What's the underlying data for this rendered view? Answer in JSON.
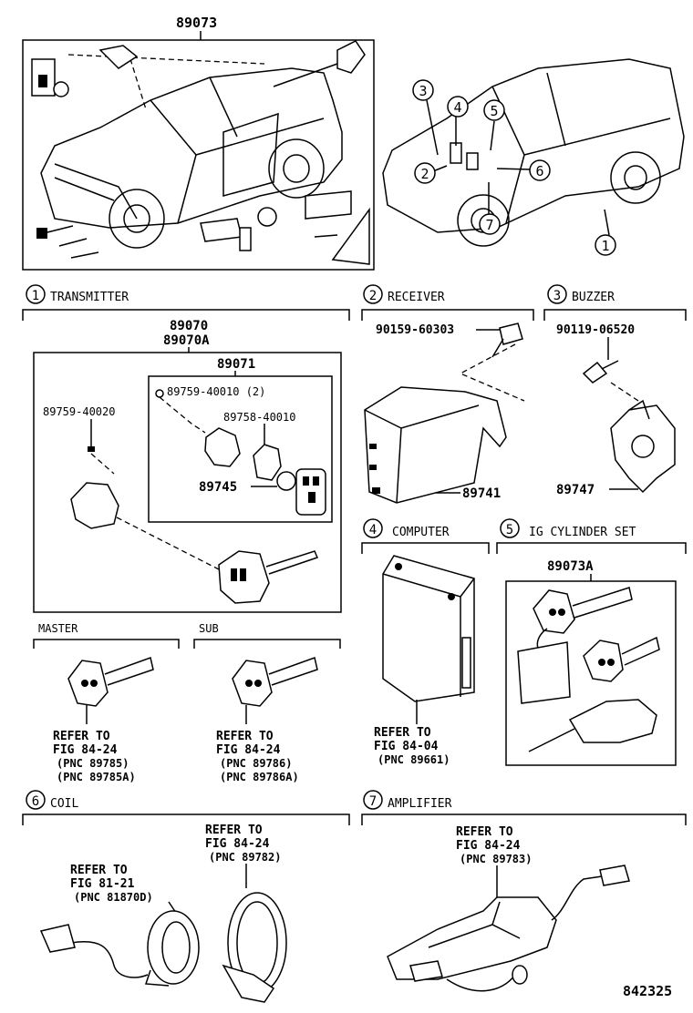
{
  "top_left_part": "89073",
  "main_callouts": [
    "1",
    "2",
    "3",
    "4",
    "5",
    "6",
    "7"
  ],
  "sections": {
    "transmitter": {
      "num": "1",
      "title": "TRANSMITTER",
      "assy_a": "89070",
      "assy_b": "89070A",
      "sub_assy": "89071",
      "p1": "89759-40020",
      "p2": "89759-40010 (2)",
      "p3": "89758-40010",
      "p4": "89745",
      "master": {
        "label": "MASTER",
        "refer": "REFER TO",
        "fig": "FIG 84-24",
        "pnc1": "(PNC 89785)",
        "pnc2": "(PNC 89785A)"
      },
      "sub": {
        "label": "SUB",
        "refer": "REFER TO",
        "fig": "FIG 84-24",
        "pnc1": "(PNC 89786)",
        "pnc2": "(PNC 89786A)"
      }
    },
    "receiver": {
      "num": "2",
      "title": "RECEIVER",
      "bolt": "90159-60303",
      "part": "89741"
    },
    "buzzer": {
      "num": "3",
      "title": "BUZZER",
      "screw": "90119-06520",
      "part": "89747"
    },
    "computer": {
      "num": "4",
      "title": "COMPUTER",
      "refer": "REFER TO",
      "fig": "FIG 84-04",
      "pnc": "(PNC 89661)"
    },
    "ig": {
      "num": "5",
      "title": "IG CYLINDER SET",
      "part": "89073A"
    },
    "coil": {
      "num": "6",
      "title": "COIL",
      "ref1": {
        "refer": "REFER TO",
        "fig": "FIG 81-21",
        "pnc": "(PNC 81870D)"
      },
      "ref2": {
        "refer": "REFER TO",
        "fig": "FIG 84-24",
        "pnc": "(PNC 89782)"
      }
    },
    "amplifier": {
      "num": "7",
      "title": "AMPLIFIER",
      "refer": "REFER TO",
      "fig": "FIG 84-24",
      "pnc": "(PNC 89783)"
    }
  },
  "figure_number": "842325"
}
